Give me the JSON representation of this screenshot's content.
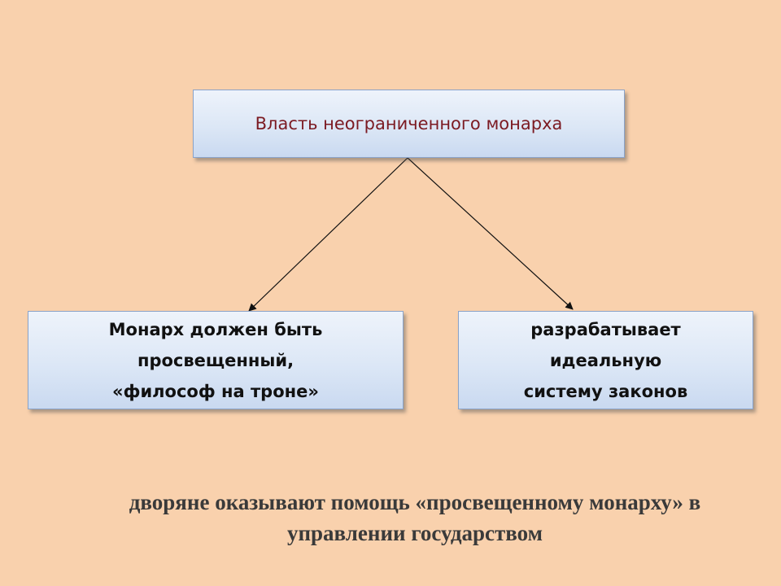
{
  "diagram": {
    "root": {
      "label": "Власть неограниченного монарха"
    },
    "left": {
      "lines": [
        "Монарх должен быть",
        "просвещенный,",
        "«философ на троне»"
      ]
    },
    "right": {
      "lines": [
        "разрабатывает",
        "идеальную",
        "системy законов"
      ]
    },
    "footer": {
      "lines": [
        "дворяне оказывают помощь «просвещенному монарху» в",
        "управлении государством"
      ]
    },
    "colors": {
      "background": "#f9d1ad",
      "root_text": "#7b1a22",
      "box_border": "#8aa3c9"
    }
  }
}
